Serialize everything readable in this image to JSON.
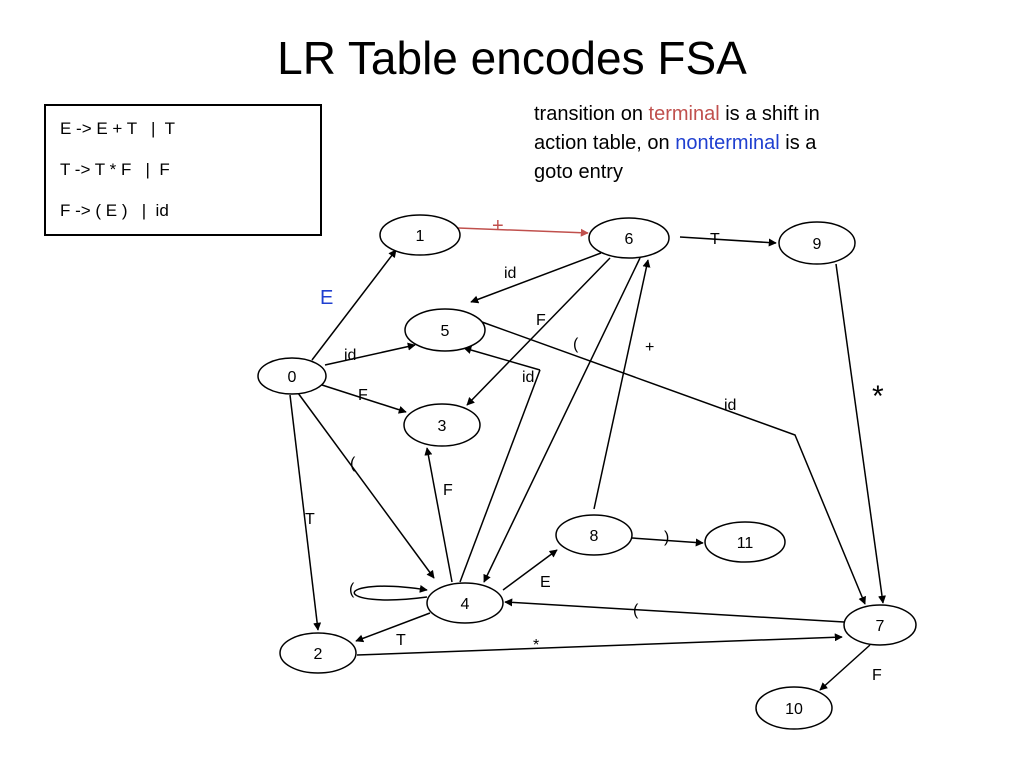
{
  "title": "LR Table encodes FSA",
  "grammar": [
    "E -> E + T   |  T",
    "T -> T * F   |  F",
    "F -> ( E )   |  id"
  ],
  "note": {
    "part1": "transition on ",
    "terminal_word": "terminal",
    "part2": " is a shift in action table, on ",
    "nonterminal_word": "nonterminal",
    "part3": " is a goto entry"
  },
  "colors": {
    "terminal": "#c0504d",
    "nonterminal": "#1f3fd0"
  },
  "states": [
    "0",
    "1",
    "2",
    "3",
    "4",
    "5",
    "6",
    "7",
    "8",
    "9",
    "10",
    "11"
  ],
  "transitions": [
    {
      "from": "0",
      "to": "1",
      "label": "E"
    },
    {
      "from": "0",
      "to": "5",
      "label": "id"
    },
    {
      "from": "0",
      "to": "3",
      "label": "F"
    },
    {
      "from": "0",
      "to": "4",
      "label": "("
    },
    {
      "from": "0",
      "to": "2",
      "label": "T"
    },
    {
      "from": "1",
      "to": "6",
      "label": "+"
    },
    {
      "from": "6",
      "to": "9",
      "label": "T"
    },
    {
      "from": "6",
      "to": "5",
      "label": "id"
    },
    {
      "from": "6",
      "to": "3",
      "label": "F"
    },
    {
      "from": "6",
      "to": "4",
      "label": "("
    },
    {
      "from": "9",
      "to": "7",
      "label": "*"
    },
    {
      "from": "5",
      "to": "7",
      "label": "id"
    },
    {
      "from": "4",
      "to": "5",
      "label": "id"
    },
    {
      "from": "4",
      "to": "3",
      "label": "F"
    },
    {
      "from": "4",
      "to": "4",
      "label": "("
    },
    {
      "from": "4",
      "to": "8",
      "label": "E"
    },
    {
      "from": "4",
      "to": "2",
      "label": "T"
    },
    {
      "from": "8",
      "to": "6",
      "label": "+"
    },
    {
      "from": "8",
      "to": "11",
      "label": ")"
    },
    {
      "from": "7",
      "to": "4",
      "label": "("
    },
    {
      "from": "7",
      "to": "10",
      "label": "F"
    },
    {
      "from": "2",
      "to": "7",
      "label": "*"
    }
  ]
}
